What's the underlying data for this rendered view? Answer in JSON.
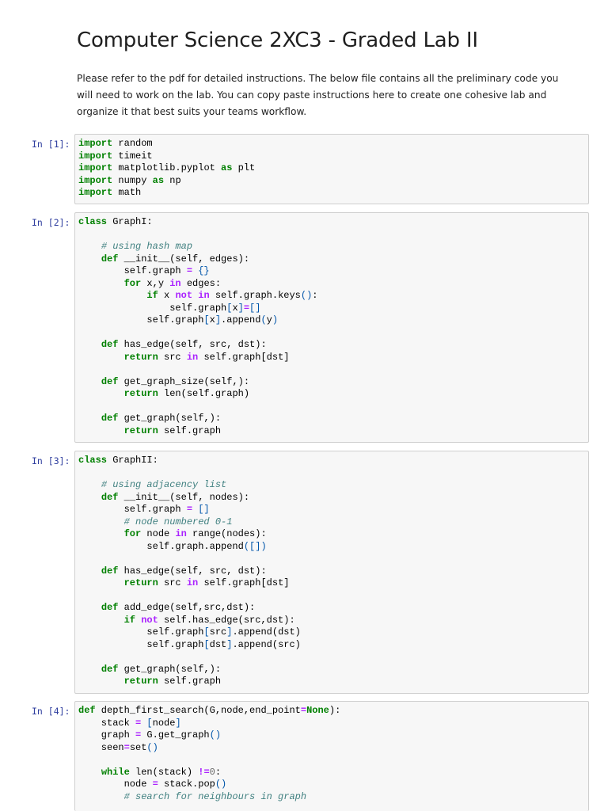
{
  "notebook": {
    "title": "Computer Science 2XC3 - Graded Lab II",
    "intro": "Please refer to the pdf for detailed instructions. The below file contains all the preliminary code you will need to work on the lab. You can copy paste instructions here to create one cohesive lab and organize it that best suits your teams workflow."
  },
  "cells": [
    {
      "prompt": "In [1]:",
      "lines": [
        [
          [
            "kw",
            "import"
          ],
          [
            "t",
            " random"
          ]
        ],
        [
          [
            "kw",
            "import"
          ],
          [
            "t",
            " timeit"
          ]
        ],
        [
          [
            "kw",
            "import"
          ],
          [
            "t",
            " matplotlib.pyplot "
          ],
          [
            "kw",
            "as"
          ],
          [
            "t",
            " plt"
          ]
        ],
        [
          [
            "kw",
            "import"
          ],
          [
            "t",
            " numpy "
          ],
          [
            "kw",
            "as"
          ],
          [
            "t",
            " np"
          ]
        ],
        [
          [
            "kw",
            "import"
          ],
          [
            "t",
            " math"
          ]
        ]
      ]
    },
    {
      "prompt": "In [2]:",
      "lines": [
        [
          [
            "kw",
            "class"
          ],
          [
            "t",
            " GraphI:"
          ]
        ],
        [],
        [
          [
            "t",
            "    "
          ],
          [
            "cm",
            "# using hash map"
          ]
        ],
        [
          [
            "t",
            "    "
          ],
          [
            "kw",
            "def"
          ],
          [
            "t",
            " __init__(self, edges):"
          ]
        ],
        [
          [
            "t",
            "        self.graph "
          ],
          [
            "op",
            "="
          ],
          [
            "t",
            " "
          ],
          [
            "pn",
            "{}"
          ]
        ],
        [
          [
            "t",
            "        "
          ],
          [
            "kw",
            "for"
          ],
          [
            "t",
            " x,y "
          ],
          [
            "op",
            "in"
          ],
          [
            "t",
            " edges:"
          ]
        ],
        [
          [
            "t",
            "            "
          ],
          [
            "kw",
            "if"
          ],
          [
            "t",
            " x "
          ],
          [
            "op",
            "not"
          ],
          [
            "t",
            " "
          ],
          [
            "op",
            "in"
          ],
          [
            "t",
            " self.graph.keys"
          ],
          [
            "pn",
            "()"
          ],
          [
            "t",
            ":"
          ]
        ],
        [
          [
            "t",
            "                self.graph"
          ],
          [
            "pn",
            "["
          ],
          [
            "t",
            "x"
          ],
          [
            "pn",
            "]"
          ],
          [
            "op",
            "="
          ],
          [
            "pn",
            "[]"
          ]
        ],
        [
          [
            "t",
            "            self.graph"
          ],
          [
            "pn",
            "["
          ],
          [
            "t",
            "x"
          ],
          [
            "pn",
            "]"
          ],
          [
            "t",
            ".append"
          ],
          [
            "pn",
            "("
          ],
          [
            "t",
            "y"
          ],
          [
            "pn",
            ")"
          ]
        ],
        [],
        [
          [
            "t",
            "    "
          ],
          [
            "kw",
            "def"
          ],
          [
            "t",
            " has_edge(self, src, dst):"
          ]
        ],
        [
          [
            "t",
            "        "
          ],
          [
            "kw",
            "return"
          ],
          [
            "t",
            " src "
          ],
          [
            "op",
            "in"
          ],
          [
            "t",
            " self.graph[dst]"
          ]
        ],
        [],
        [
          [
            "t",
            "    "
          ],
          [
            "kw",
            "def"
          ],
          [
            "t",
            " get_graph_size(self,):"
          ]
        ],
        [
          [
            "t",
            "        "
          ],
          [
            "kw",
            "return"
          ],
          [
            "t",
            " len(self.graph)"
          ]
        ],
        [],
        [
          [
            "t",
            "    "
          ],
          [
            "kw",
            "def"
          ],
          [
            "t",
            " get_graph(self,):"
          ]
        ],
        [
          [
            "t",
            "        "
          ],
          [
            "kw",
            "return"
          ],
          [
            "t",
            " self.graph"
          ]
        ]
      ]
    },
    {
      "prompt": "In [3]:",
      "lines": [
        [
          [
            "kw",
            "class"
          ],
          [
            "t",
            " GraphII:"
          ]
        ],
        [],
        [
          [
            "t",
            "    "
          ],
          [
            "cm",
            "# using adjacency list"
          ]
        ],
        [
          [
            "t",
            "    "
          ],
          [
            "kw",
            "def"
          ],
          [
            "t",
            " __init__(self, nodes):"
          ]
        ],
        [
          [
            "t",
            "        self.graph "
          ],
          [
            "op",
            "="
          ],
          [
            "t",
            " "
          ],
          [
            "pn",
            "[]"
          ]
        ],
        [
          [
            "t",
            "        "
          ],
          [
            "cm",
            "# node numbered 0-1"
          ]
        ],
        [
          [
            "t",
            "        "
          ],
          [
            "kw",
            "for"
          ],
          [
            "t",
            " node "
          ],
          [
            "op",
            "in"
          ],
          [
            "t",
            " range(nodes):"
          ]
        ],
        [
          [
            "t",
            "            self.graph.append"
          ],
          [
            "pn",
            "([])"
          ]
        ],
        [],
        [
          [
            "t",
            "    "
          ],
          [
            "kw",
            "def"
          ],
          [
            "t",
            " has_edge(self, src, dst):"
          ]
        ],
        [
          [
            "t",
            "        "
          ],
          [
            "kw",
            "return"
          ],
          [
            "t",
            " src "
          ],
          [
            "op",
            "in"
          ],
          [
            "t",
            " self.graph[dst]"
          ]
        ],
        [],
        [
          [
            "t",
            "    "
          ],
          [
            "kw",
            "def"
          ],
          [
            "t",
            " add_edge(self,src,dst):"
          ]
        ],
        [
          [
            "t",
            "        "
          ],
          [
            "kw",
            "if"
          ],
          [
            "t",
            " "
          ],
          [
            "op",
            "not"
          ],
          [
            "t",
            " self.has_edge(src,dst):"
          ]
        ],
        [
          [
            "t",
            "            self.graph"
          ],
          [
            "pn",
            "["
          ],
          [
            "t",
            "src"
          ],
          [
            "pn",
            "]"
          ],
          [
            "t",
            ".append(dst)"
          ]
        ],
        [
          [
            "t",
            "            self.graph"
          ],
          [
            "pn",
            "["
          ],
          [
            "t",
            "dst"
          ],
          [
            "pn",
            "]"
          ],
          [
            "t",
            ".append(src)"
          ]
        ],
        [],
        [
          [
            "t",
            "    "
          ],
          [
            "kw",
            "def"
          ],
          [
            "t",
            " get_graph(self,):"
          ]
        ],
        [
          [
            "t",
            "        "
          ],
          [
            "kw",
            "return"
          ],
          [
            "t",
            " self.graph"
          ]
        ]
      ]
    },
    {
      "prompt": "In [4]:",
      "lines": [
        [
          [
            "kw",
            "def"
          ],
          [
            "t",
            " depth_first_search(G,node,end_point"
          ],
          [
            "op",
            "="
          ],
          [
            "kw",
            "None"
          ],
          [
            "t",
            "):"
          ]
        ],
        [
          [
            "t",
            "    stack "
          ],
          [
            "op",
            "="
          ],
          [
            "t",
            " "
          ],
          [
            "pn",
            "["
          ],
          [
            "t",
            "node"
          ],
          [
            "pn",
            "]"
          ]
        ],
        [
          [
            "t",
            "    graph "
          ],
          [
            "op",
            "="
          ],
          [
            "t",
            " G.get_graph"
          ],
          [
            "pn",
            "()"
          ]
        ],
        [
          [
            "t",
            "    seen"
          ],
          [
            "op",
            "="
          ],
          [
            "t",
            "set"
          ],
          [
            "pn",
            "()"
          ]
        ],
        [],
        [
          [
            "t",
            "    "
          ],
          [
            "kw",
            "while"
          ],
          [
            "t",
            " len(stack) "
          ],
          [
            "op",
            "!="
          ],
          [
            "nm",
            "0"
          ],
          [
            "t",
            ":"
          ]
        ],
        [
          [
            "t",
            "        node "
          ],
          [
            "op",
            "="
          ],
          [
            "t",
            " stack.pop"
          ],
          [
            "pn",
            "()"
          ]
        ],
        [
          [
            "t",
            "        "
          ],
          [
            "cm",
            "# search for neighbours in graph"
          ]
        ]
      ]
    }
  ]
}
